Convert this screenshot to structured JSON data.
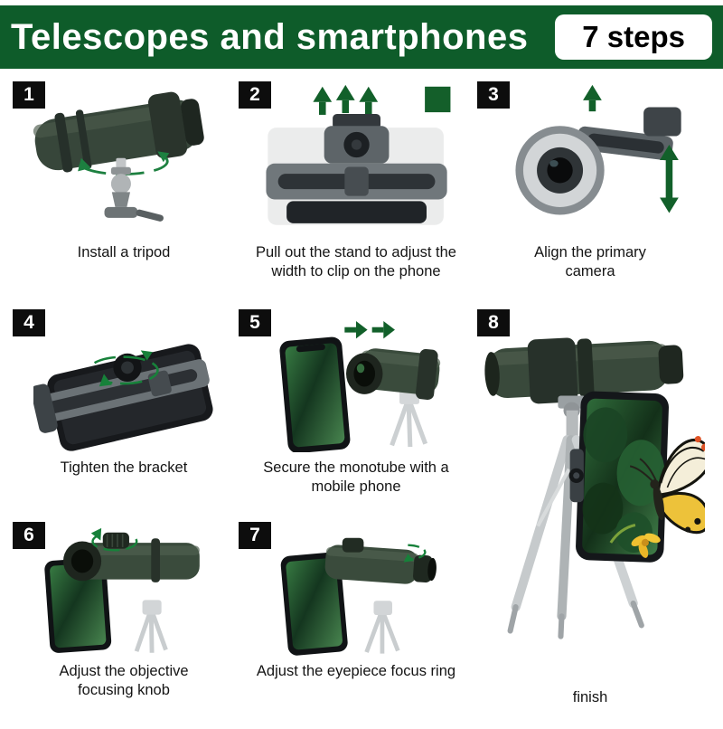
{
  "header": {
    "title": "Telescopes and smartphones",
    "steps_badge": "7 steps"
  },
  "steps": [
    {
      "number": "1",
      "caption": "Install a tripod"
    },
    {
      "number": "2",
      "caption": "Pull out the stand to adjust the width to clip on the phone"
    },
    {
      "number": "3",
      "caption": "Align the primary camera"
    },
    {
      "number": "4",
      "caption": "Tighten the bracket"
    },
    {
      "number": "5",
      "caption": "Secure the monotube with a mobile phone"
    },
    {
      "number": "6",
      "caption": "Adjust the objective focusing knob"
    },
    {
      "number": "7",
      "caption": "Adjust the eyepiece focus ring"
    },
    {
      "number": "8",
      "caption": "finish"
    }
  ],
  "colors": {
    "header_green": "#0e5c2a",
    "arrow_green": "#15702e",
    "badge_black": "#0d0d0d",
    "telescope_green": "#3a4b3c",
    "phone_screen_green": "#1c4a28",
    "butterfly_yellow": "#edc23a",
    "butterfly_white": "#f4eed9",
    "butterfly_spot_orange": "#df5326"
  },
  "icons": {
    "up-arrow-icon": "solid-green-triangle-up",
    "right-arrow-icon": "solid-green-triangle-right",
    "rotation-arrow-icon": "dashed-green-ellipse-with-arrowheads",
    "double-arrow-icon": "green-vertical-double-headed-arrow",
    "green-square-marker": "solid-dark-green-square"
  }
}
